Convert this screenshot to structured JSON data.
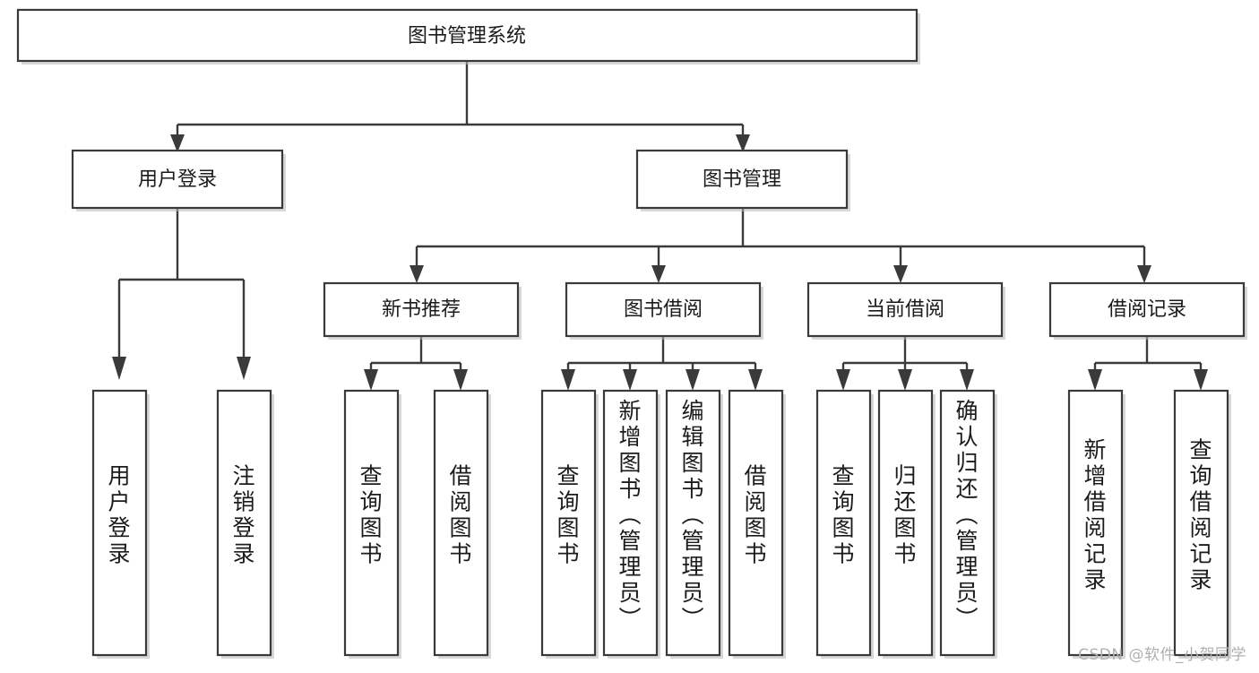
{
  "diagram": {
    "title": "图书管理系统",
    "type": "tree-hierarchy",
    "root": {
      "label": "图书管理系统"
    },
    "level2": [
      {
        "label": "用户登录"
      },
      {
        "label": "图书管理"
      }
    ],
    "level3": [
      {
        "label": "新书推荐"
      },
      {
        "label": "图书借阅"
      },
      {
        "label": "当前借阅"
      },
      {
        "label": "借阅记录"
      }
    ],
    "leaves": {
      "user_login": [
        {
          "label": "用户登录"
        },
        {
          "label": "注销登录"
        }
      ],
      "new_book_recommend": [
        {
          "label": "查询图书"
        },
        {
          "label": "借阅图书"
        }
      ],
      "book_borrow": [
        {
          "label": "查询图书"
        },
        {
          "label": "新增图书（管理员）"
        },
        {
          "label": "编辑图书（管理员）"
        },
        {
          "label": "借阅图书"
        }
      ],
      "current_borrow": [
        {
          "label": "查询图书"
        },
        {
          "label": "归还图书"
        },
        {
          "label": "确认归还（管理员）"
        }
      ],
      "borrow_record": [
        {
          "label": "新增借阅记录"
        },
        {
          "label": "查询借阅记录"
        }
      ]
    }
  },
  "watermark": {
    "text": "CSDN @软件_小贺同学"
  },
  "colors": {
    "box_stroke": "#3a3a3a",
    "box_fill": "#ffffff",
    "text": "#1b1b1b",
    "shadow": "#b8b8b8",
    "watermark": "#b0b0b0",
    "background": "#ffffff"
  }
}
